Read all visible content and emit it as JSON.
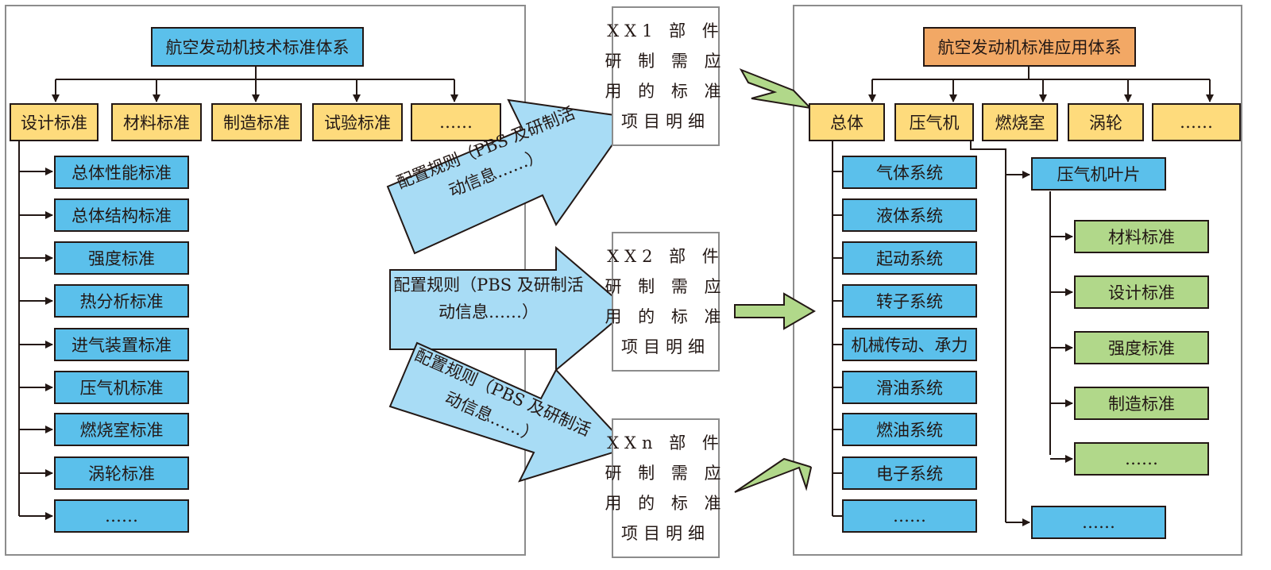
{
  "left": {
    "root": "航空发动机技术标准体系",
    "categories": [
      "设计标准",
      "材料标准",
      "制造标准",
      "试验标准",
      "……"
    ],
    "design_items": [
      "总体性能标准",
      "总体结构标准",
      "强度标准",
      "热分析标准",
      "进气装置标准",
      "压气机标准",
      "燃烧室标准",
      "涡轮标准",
      "……"
    ]
  },
  "middle": {
    "rule_line1": "配置规则（PBS 及研制活",
    "rule_line2": "动信息……）",
    "boxes": [
      [
        "XX1 部 件",
        "研 制 需 应",
        "用 的 标 准",
        "项目明细"
      ],
      [
        "XX2 部 件",
        "研 制 需 应",
        "用 的 标 准",
        "项目明细"
      ],
      [
        "XXn 部 件",
        "研 制 需 应",
        "用 的 标 准",
        "项目明细"
      ]
    ]
  },
  "right": {
    "root": "航空发动机标准应用体系",
    "categories": [
      "总体",
      "压气机",
      "燃烧室",
      "涡轮",
      "……"
    ],
    "overall_items": [
      "气体系统",
      "液体系统",
      "起动系统",
      "转子系统",
      "机械传动、承力",
      "滑油系统",
      "燃油系统",
      "电子系统",
      "……"
    ],
    "compressor_items": [
      "压气机叶片",
      "……"
    ],
    "blade_items": [
      "材料标准",
      "设计标准",
      "强度标准",
      "制造标准",
      "……"
    ]
  },
  "colors": {
    "blue": "#5bc0eb",
    "yellow": "#fedb7c",
    "orange": "#f2a865",
    "green": "#b1d88a",
    "light_blue_arrow": "#a8dcf5",
    "green_arrow": "#b1d88a"
  }
}
